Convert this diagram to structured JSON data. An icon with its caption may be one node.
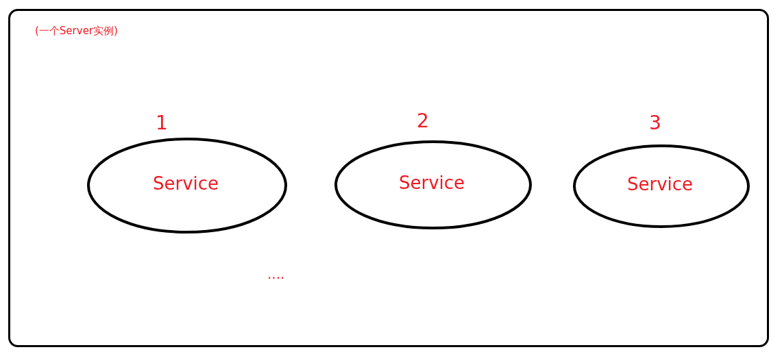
{
  "diagram": {
    "nodes": [
      {
        "text": [
          "(一个Server实例)"
        ]
      },
      {
        "text": [
          "Service"
        ],
        "beside": [
          "1"
        ],
        "in": 0
      },
      {
        "text": [
          "Service"
        ],
        "beside": [
          "2"
        ],
        "in": 0
      },
      {
        "text": [
          "Service"
        ],
        "beside": [
          "3"
        ],
        "in": 0
      }
    ],
    "labels": [
      "...."
    ]
  }
}
